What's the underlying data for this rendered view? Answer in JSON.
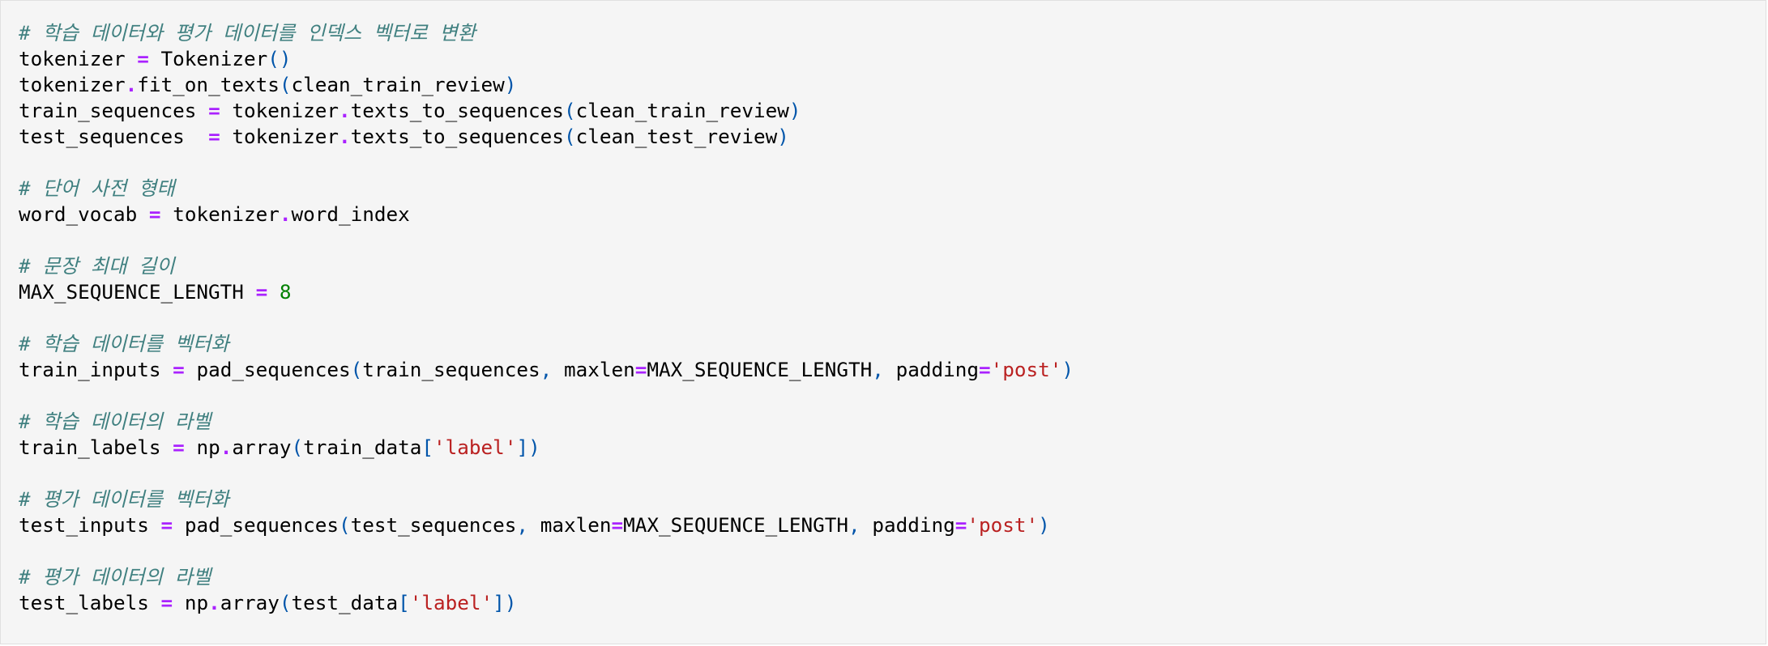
{
  "colors": {
    "background": "#f5f5f5",
    "comment": "#408080",
    "operator": "#aa22ff",
    "punctuation": "#0055aa",
    "number": "#008000",
    "string": "#ba2121",
    "text": "#000000"
  },
  "code_lines": [
    [
      {
        "text": "# 학습 데이터와 평가 데이터를 인덱스 벡터로 변환",
        "type": "comment"
      }
    ],
    [
      {
        "text": "tokenizer ",
        "type": "text"
      },
      {
        "text": "=",
        "type": "op"
      },
      {
        "text": " Tokenizer",
        "type": "text"
      },
      {
        "text": "()",
        "type": "punc"
      }
    ],
    [
      {
        "text": "tokenizer",
        "type": "text"
      },
      {
        "text": ".",
        "type": "op"
      },
      {
        "text": "fit_on_texts",
        "type": "text"
      },
      {
        "text": "(",
        "type": "punc"
      },
      {
        "text": "clean_train_review",
        "type": "text"
      },
      {
        "text": ")",
        "type": "punc"
      }
    ],
    [
      {
        "text": "train_sequences ",
        "type": "text"
      },
      {
        "text": "=",
        "type": "op"
      },
      {
        "text": " tokenizer",
        "type": "text"
      },
      {
        "text": ".",
        "type": "op"
      },
      {
        "text": "texts_to_sequences",
        "type": "text"
      },
      {
        "text": "(",
        "type": "punc"
      },
      {
        "text": "clean_train_review",
        "type": "text"
      },
      {
        "text": ")",
        "type": "punc"
      }
    ],
    [
      {
        "text": "test_sequences  ",
        "type": "text"
      },
      {
        "text": "=",
        "type": "op"
      },
      {
        "text": " tokenizer",
        "type": "text"
      },
      {
        "text": ".",
        "type": "op"
      },
      {
        "text": "texts_to_sequences",
        "type": "text"
      },
      {
        "text": "(",
        "type": "punc"
      },
      {
        "text": "clean_test_review",
        "type": "text"
      },
      {
        "text": ")",
        "type": "punc"
      }
    ],
    [],
    [
      {
        "text": "# 단어 사전 형태",
        "type": "comment"
      }
    ],
    [
      {
        "text": "word_vocab ",
        "type": "text"
      },
      {
        "text": "=",
        "type": "op"
      },
      {
        "text": " tokenizer",
        "type": "text"
      },
      {
        "text": ".",
        "type": "op"
      },
      {
        "text": "word_index",
        "type": "text"
      }
    ],
    [],
    [
      {
        "text": "# 문장 최대 길이",
        "type": "comment"
      }
    ],
    [
      {
        "text": "MAX_SEQUENCE_LENGTH ",
        "type": "text"
      },
      {
        "text": "=",
        "type": "op"
      },
      {
        "text": " ",
        "type": "text"
      },
      {
        "text": "8",
        "type": "num"
      }
    ],
    [],
    [
      {
        "text": "# 학습 데이터를 벡터화",
        "type": "comment"
      }
    ],
    [
      {
        "text": "train_inputs ",
        "type": "text"
      },
      {
        "text": "=",
        "type": "op"
      },
      {
        "text": " pad_sequences",
        "type": "text"
      },
      {
        "text": "(",
        "type": "punc"
      },
      {
        "text": "train_sequences",
        "type": "text"
      },
      {
        "text": ",",
        "type": "punc"
      },
      {
        "text": " maxlen",
        "type": "text"
      },
      {
        "text": "=",
        "type": "op"
      },
      {
        "text": "MAX_SEQUENCE_LENGTH",
        "type": "text"
      },
      {
        "text": ",",
        "type": "punc"
      },
      {
        "text": " padding",
        "type": "text"
      },
      {
        "text": "=",
        "type": "op"
      },
      {
        "text": "'post'",
        "type": "str"
      },
      {
        "text": ")",
        "type": "punc"
      }
    ],
    [],
    [
      {
        "text": "# 학습 데이터의 라벨",
        "type": "comment"
      }
    ],
    [
      {
        "text": "train_labels ",
        "type": "text"
      },
      {
        "text": "=",
        "type": "op"
      },
      {
        "text": " np",
        "type": "text"
      },
      {
        "text": ".",
        "type": "op"
      },
      {
        "text": "array",
        "type": "text"
      },
      {
        "text": "(",
        "type": "punc"
      },
      {
        "text": "train_data",
        "type": "text"
      },
      {
        "text": "[",
        "type": "punc"
      },
      {
        "text": "'label'",
        "type": "str"
      },
      {
        "text": "])",
        "type": "punc"
      }
    ],
    [],
    [
      {
        "text": "# 평가 데이터를 벡터화",
        "type": "comment"
      }
    ],
    [
      {
        "text": "test_inputs ",
        "type": "text"
      },
      {
        "text": "=",
        "type": "op"
      },
      {
        "text": " pad_sequences",
        "type": "text"
      },
      {
        "text": "(",
        "type": "punc"
      },
      {
        "text": "test_sequences",
        "type": "text"
      },
      {
        "text": ",",
        "type": "punc"
      },
      {
        "text": " maxlen",
        "type": "text"
      },
      {
        "text": "=",
        "type": "op"
      },
      {
        "text": "MAX_SEQUENCE_LENGTH",
        "type": "text"
      },
      {
        "text": ",",
        "type": "punc"
      },
      {
        "text": " padding",
        "type": "text"
      },
      {
        "text": "=",
        "type": "op"
      },
      {
        "text": "'post'",
        "type": "str"
      },
      {
        "text": ")",
        "type": "punc"
      }
    ],
    [],
    [
      {
        "text": "# 평가 데이터의 라벨",
        "type": "comment"
      }
    ],
    [
      {
        "text": "test_labels ",
        "type": "text"
      },
      {
        "text": "=",
        "type": "op"
      },
      {
        "text": " np",
        "type": "text"
      },
      {
        "text": ".",
        "type": "op"
      },
      {
        "text": "array",
        "type": "text"
      },
      {
        "text": "(",
        "type": "punc"
      },
      {
        "text": "test_data",
        "type": "text"
      },
      {
        "text": "[",
        "type": "punc"
      },
      {
        "text": "'label'",
        "type": "str"
      },
      {
        "text": "])",
        "type": "punc"
      }
    ]
  ]
}
